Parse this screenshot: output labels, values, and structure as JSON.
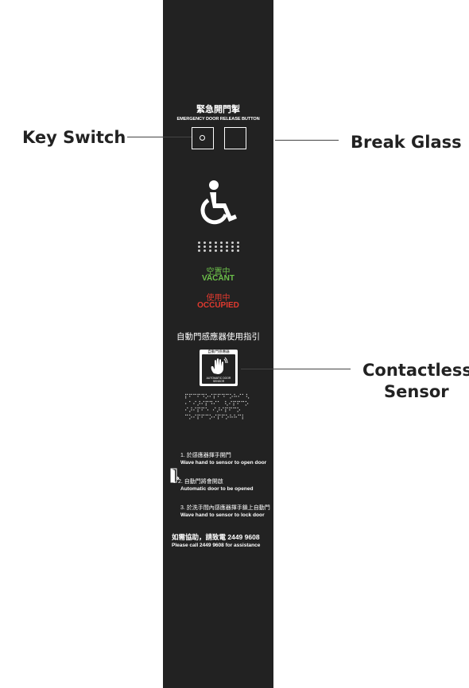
{
  "callouts": {
    "key_switch": "Key Switch",
    "break_glass": "Break Glass",
    "contactless_line1": "Contactless",
    "contactless_line2": "Sensor"
  },
  "panel": {
    "emergency_cn": "緊急開門掣",
    "emergency_en": "EMERGENCY DOOR RELEASE BUTTON",
    "vacant_cn": "空置中",
    "vacant_en": "VACANT",
    "occupied_cn": "使用中",
    "occupied_en": "OCCUPIED",
    "sensor_guide_cn": "自動門感應器使用指引",
    "sensor_label_cn": "自動門感應器",
    "sensor_label_en": "AUTOMATIC DOOR SENSOR",
    "braille_lines": [
      "⠏⠋⠉⠋⠙⠕⠊⠏⠋⠙⠉⠕⠓⠊⠁⠣",
      "⠂⠁⠊⠜⠊⠏⠙⠊⠁ ⠣⠊⠏⠋⠉⠕",
      "⠊⠜⠊⠏⠋⠑ ⠊⠜⠊⠏⠋⠉⠕",
      "⠉⠕⠊⠏⠋⠉⠕⠊⠏⠋⠕⠓⠓⠉⠇"
    ],
    "step1_cn": "1. 於感應器揮手開門",
    "step1_en": "Wave hand to sensor to open door",
    "step2_cn": "2. 自動門將會開啟",
    "step2_en": "Automatic door to be opened",
    "step3_cn": "3. 於洗手間內感應器揮手鎖上自動門",
    "step3_en": "Wave hand to sensor to lock door",
    "assist_cn": "如需協助，請致電 2449 9608",
    "assist_en": "Please call 2449 9608 for assistance"
  },
  "colors": {
    "panel": "#222222",
    "vacant": "#6cc04a",
    "occupied": "#e03a2f"
  },
  "icons": [
    "wheelchair-icon",
    "hand-wave-icon",
    "door-icon",
    "keyhole-icon"
  ]
}
